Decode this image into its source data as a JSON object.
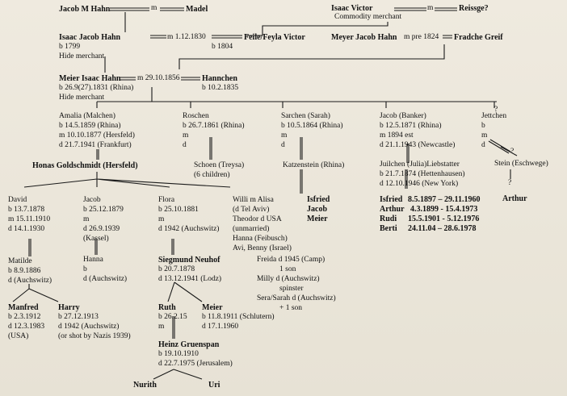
{
  "gen0": {
    "jacob_m_hahn": "Jacob M Hahn",
    "madel": "Madel",
    "isaac_victor": "Isaac Victor",
    "reissge": "Reissge?",
    "isaac_victor_note": "Commodity merchant",
    "m": "m"
  },
  "gen1": {
    "isaac_jacob_hahn": "Isaac Jacob Hahn",
    "marriage_date": "m 1.12.1830",
    "feile": "Feile/Feyla Victor",
    "isaac_birth": "b 1799",
    "isaac_note": "Hide merchant",
    "feile_birth": "b 1804",
    "meyer": "Meyer Jacob Hahn",
    "meyer_marriage": "m pre 1824",
    "fradche": "Fradche Greif"
  },
  "gen2": {
    "meier": "Meier Isaac Hahn",
    "marriage_date": "m 29.10.1856",
    "hannchen": "Hannchen",
    "meier_birth": "b 26.9(27).1831 (Rhina)",
    "meier_note": "Hide merchant",
    "hannchen_birth": "b 10.2.1835"
  },
  "gen3": {
    "amalia": [
      "Amalia (Malchen)",
      "b 14.5.1859 (Rhina)",
      "m 10.10.1877 (Hersfeld)",
      "d 21.7.1941 (Frankfurt)"
    ],
    "honas": "Honas Goldschmidt (Hersfeld)",
    "roschen": [
      "Roschen",
      "b 26.7.1861 (Rhina)",
      "m",
      "d"
    ],
    "schoen": [
      "Schoen (Treysa)",
      "(6 children)"
    ],
    "sarchen": [
      "Sarchen (Sarah)",
      "b 10.5.1864 (Rhina)",
      "m",
      "d"
    ],
    "katzenstein": "Katzenstein (Rhina)",
    "sarchen_children": [
      "Isfried",
      "Jacob",
      "Meier"
    ],
    "jacob_banker": [
      "Jacob (Banker)",
      "b 12.5.1871 (Rhina)",
      "m 1894 est",
      "d 21.1.1943 (Newcastle)"
    ],
    "juilchen": [
      "Juilchen (Julia)Liebstatter",
      "b 21.7.1874  (Hettenhausen)",
      "d 12.10.1946 (New York)"
    ],
    "jettchen": [
      "Jettchen",
      "b",
      "m",
      "d"
    ],
    "stein": "Stein (Eschwege)",
    "arthur": "Arthur",
    "q": "?"
  },
  "banker_children": [
    {
      "name": "Isfried",
      "dates": "8.5.1897 – 29.11.1960"
    },
    {
      "name": "Arthur",
      "dates": "4.3.1899 - 15.4.1973"
    },
    {
      "name": "Rudi",
      "dates": "15.5.1901 - 5.12.1976"
    },
    {
      "name": "Berti",
      "dates": "24.11.04 – 28.6.1978"
    }
  ],
  "gen4": {
    "david": [
      "David",
      "b 13.7.1878",
      "m 15.11.1910",
      "d 14.1.1930"
    ],
    "jacob": [
      "Jacob",
      "b 25.12.1879",
      "m",
      "d 26.9.1939",
      "(Kassel)"
    ],
    "flora": [
      "Flora",
      "b 25.10.1881",
      "m",
      "d 1942 (Auchswitz)"
    ],
    "willi": [
      "Willi m Alisa",
      "(d Tel Aviv)",
      "Theodor d USA",
      "(unmarried)",
      "Hanna (Feibusch)",
      "Avi, Benny (Israel)"
    ],
    "freida": [
      "Freida d 1945 (Camp)",
      "1 son",
      "Milly d (Auchswitz)",
      "spinster",
      "Sera/Sarah d (Auchswitz)",
      "+ 1 son"
    ],
    "matilde": [
      "Matilde",
      "b 8.9.1886",
      "d (Auchswitz)"
    ],
    "hanna": [
      "Hanna",
      "b",
      "d (Auchswitz)"
    ],
    "siegmund": [
      "Siegmund Neuhof",
      "b 20.7.1878",
      "d 13.12.1941 (Lodz)"
    ]
  },
  "gen5": {
    "manfred": [
      "Manfred",
      "b 2.3.1912",
      "d 12.3.1983",
      "(USA)"
    ],
    "harry": [
      "Harry",
      "b 27.12.1913",
      "d 1942 (Auchswitz)",
      "(or shot by Nazis 1939)"
    ],
    "ruth": [
      "Ruth",
      "b 26.2.15",
      "m"
    ],
    "meier": [
      "Meier",
      "b 11.8.1911 (Schlutern)",
      "d 17.1.1960"
    ],
    "heinz": [
      "Heinz Gruenspan",
      "b 19.10.1910",
      "d 22.7.1975 (Jerusalem)"
    ]
  },
  "gen6": {
    "nurith": "Nurith",
    "uri": "Uri"
  }
}
